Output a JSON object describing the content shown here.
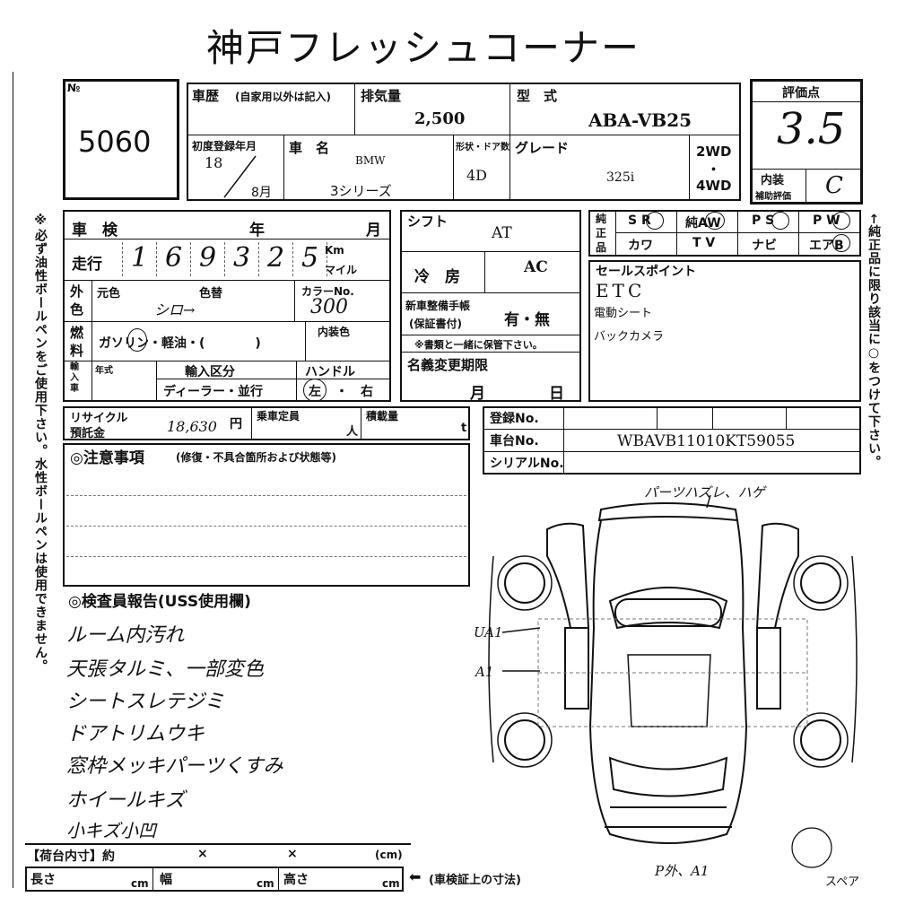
{
  "title": "神戸フレッシュコーナー",
  "lot": {
    "mark": "№",
    "number": "5060"
  },
  "history": {
    "label": "車歴",
    "note": "(自家用以外は記入)"
  },
  "displacement": {
    "label": "排気量",
    "value": "2,500"
  },
  "model_type": {
    "label": "型　式",
    "value": "ABA-VB25"
  },
  "score": {
    "label": "評価点",
    "value": "3.5"
  },
  "first_reg": {
    "label": "初度登録年月",
    "year": "18",
    "month_suffix": "8月"
  },
  "car_name": {
    "label": "車　名",
    "maker": "BMW",
    "name": "3シリーズ"
  },
  "doors": {
    "label": "形状・ドア数",
    "value": "4D"
  },
  "grade": {
    "label": "グレード",
    "value": "325i"
  },
  "drive": {
    "two": "2WD",
    "dot": "・",
    "four": "4WD"
  },
  "interior": {
    "label1": "内装",
    "label2": "補助評価",
    "value": "C"
  },
  "inspection": {
    "label": "車　検",
    "year": "年",
    "month": "月"
  },
  "mileage": {
    "label": "走行",
    "digits": [
      "1",
      "6",
      "9",
      "3",
      "2",
      "5"
    ],
    "km": "Km",
    "mile": "マイル"
  },
  "color": {
    "side1": "外",
    "side2": "色",
    "orig_label": "元色",
    "change_label": "色替",
    "orig_value": "シロ→",
    "code_label": "カラーNo.",
    "code_value": "300"
  },
  "fuel": {
    "side1": "燃",
    "side2": "料",
    "options": "ガソリン・軽油・(　　　　)",
    "interior_color_label": "内装色"
  },
  "import": {
    "side": "輸入車",
    "year_label": "年式",
    "type_label": "輸入区分",
    "type_value": "ディーラー・並行",
    "handle_label": "ハンドル",
    "handle_left": "左",
    "handle_dot": "・",
    "handle_right": "右"
  },
  "shift": {
    "label": "シフト",
    "value": "AT"
  },
  "ac": {
    "label": "冷　房",
    "value": "AC"
  },
  "warranty": {
    "label1": "新車整備手帳",
    "label2": "(保証書付)",
    "value": "有・無",
    "note": "※書類と一緒に保管下さい。"
  },
  "name_change": {
    "label": "名義変更期限",
    "month": "月",
    "day": "日"
  },
  "genuine": {
    "side": "純正品",
    "row1": [
      "S R",
      "純AW",
      "P S",
      "P W"
    ],
    "row2": [
      "カワ",
      "T V",
      "ナビ",
      "エアB"
    ]
  },
  "selling": {
    "label": "セールスポイント",
    "lines": [
      "ETC",
      "電動シート",
      "バックカメラ"
    ]
  },
  "recycle": {
    "label1": "リサイクル",
    "label2": "預託金",
    "value": "18,630",
    "unit": "円",
    "capacity_label": "乗車定員",
    "capacity_unit": "人",
    "load_label": "積載量",
    "load_unit": "t"
  },
  "registration": {
    "label": "登録No."
  },
  "chassis": {
    "label": "車台No.",
    "value": "WBAVB11010KT59055"
  },
  "serial": {
    "label": "シリアルNo."
  },
  "notes": {
    "title": "◎注意事項",
    "sub": "(修復・不具合箇所および状態等)"
  },
  "inspector": {
    "title": "◎検査員報告(USS使用欄)",
    "lines": [
      "ルーム内汚れ",
      "天張タルミ、一部変色",
      "シートスレテジミ",
      "ドアトリムウキ",
      "窓枠メッキパーツくすみ",
      "ホイールキズ",
      "小キズ小凹"
    ]
  },
  "diagram": {
    "note_top": "パーツハズレ、ハゲ",
    "note_u": "UA1",
    "note_a": "A1",
    "note_bottom": "P外、A1",
    "spare": "スペア"
  },
  "cargo": {
    "label": "【荷台内寸】約",
    "x1": "×",
    "x2": "×",
    "unit": "(cm)"
  },
  "dims": {
    "length": "長さ",
    "width": "幅",
    "height": "高さ",
    "cm": "cm",
    "note": "(車検証上の寸法)"
  },
  "left_note": "※必ず油性ボールペンをご使用下さい。水性ボールペンは使用できません。",
  "right_note": "←純正品に限り該当に○をつけて下さい。"
}
